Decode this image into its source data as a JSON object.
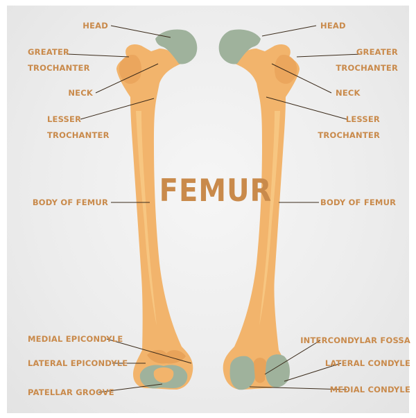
{
  "title": "FEMUR",
  "colors": {
    "label": "#c98a4b",
    "leader": "#3a2a1a",
    "bone": "#f2b46c",
    "bone_dark": "#e8a35a",
    "bone_light": "#f8c985",
    "cartilage": "#9fb29c",
    "cartilage_dark": "#8aa087",
    "background": "#ececec"
  },
  "labels": {
    "left": {
      "head": "HEAD",
      "greater_trochanter": [
        "GREATER",
        "TROCHANTER"
      ],
      "neck": "NECK",
      "lesser_trochanter": [
        "LESSER",
        "TROCHANTER"
      ],
      "body": "BODY OF FEMUR",
      "medial_epicondyle": "MEDIAL EPICONDYLE",
      "lateral_epicondyle": "LATERAL EPICONDYLE",
      "patellar_groove": "PATELLAR GROOVE"
    },
    "right": {
      "head": "HEAD",
      "greater_trochanter": [
        "GREATER",
        "TROCHANTER"
      ],
      "neck": "NECK",
      "lesser_trochanter": [
        "LESSER",
        "TROCHANTER"
      ],
      "body": "BODY OF FEMUR",
      "intercondylar_fossa": "INTERCONDYLAR FOSSA",
      "lateral_condyle": "LATERAL CONDYLE",
      "medial_condyle": "MEDIAL CONDYLE"
    }
  }
}
